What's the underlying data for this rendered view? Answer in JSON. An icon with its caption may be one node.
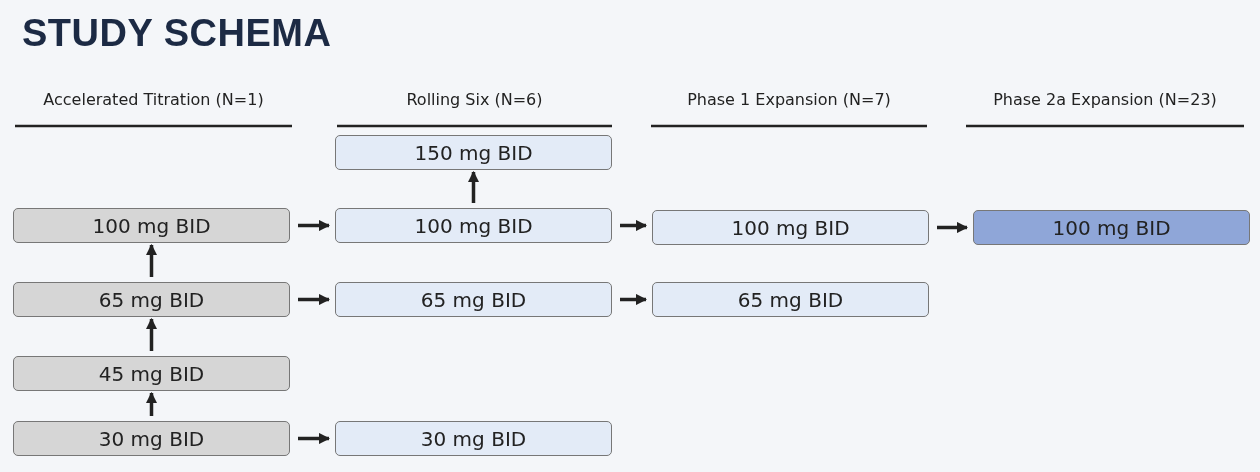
{
  "diagram": {
    "title": "STUDY SCHEMA",
    "nodes": [
      {
        "text": [
          "100 mg BID"
        ]
      },
      {
        "text": [
          "65 mg BID"
        ]
      },
      {
        "text": [
          "45 mg BID"
        ]
      },
      {
        "text": [
          "30 mg BID"
        ]
      },
      {
        "text": [
          "150 mg BID"
        ]
      },
      {
        "text": [
          "100 mg BID"
        ]
      },
      {
        "text": [
          "65 mg BID"
        ]
      },
      {
        "text": [
          "30 mg BID"
        ]
      },
      {
        "text": [
          "100 mg BID"
        ]
      },
      {
        "text": [
          "65 mg BID"
        ]
      },
      {
        "text": [
          "100 mg BID"
        ]
      }
    ],
    "edges": [
      {
        "from": 3,
        "to": 2,
        "arrow": "to"
      },
      {
        "from": 2,
        "to": 1,
        "arrow": "to"
      },
      {
        "from": 1,
        "to": 0,
        "arrow": "to"
      },
      {
        "from": 5,
        "to": 4,
        "arrow": "to"
      },
      {
        "from": 0,
        "to": 5,
        "arrow": "to"
      },
      {
        "from": 1,
        "to": 6,
        "arrow": "to"
      },
      {
        "from": 3,
        "to": 7,
        "arrow": "to"
      },
      {
        "from": 5,
        "to": 8,
        "arrow": "to"
      },
      {
        "from": 6,
        "to": 9,
        "arrow": "to"
      },
      {
        "from": 8,
        "to": 10,
        "arrow": "to"
      }
    ],
    "labels": [
      "Accelerated Titration (N=1)",
      "Rolling Six (N=6)",
      "Phase 1 Expansion (N=7)",
      "Phase 2a Expansion (N=23)"
    ]
  }
}
